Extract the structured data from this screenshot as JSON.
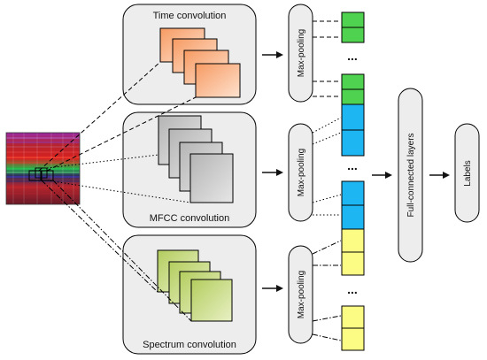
{
  "panels": {
    "time": "Time convolution",
    "mfcc": "MFCC convolution",
    "spectrum": "Spectrum convolution"
  },
  "pooling": {
    "top": "Max-pooling",
    "middle": "Max-pooling",
    "bottom": "Max-pooling"
  },
  "fc_label": "Full-connected layers",
  "labels_label": "Labels",
  "ellipsis": "...",
  "colors": {
    "panel_fill": "#ededed",
    "time_maps": "#f7b48c",
    "mfcc_maps": "#c8c8c8",
    "spectrum_maps": "#c6d884",
    "green_cells": "#4fd24f",
    "blue_cells": "#1eb6f2",
    "yellow_cells": "#fcfc84"
  }
}
